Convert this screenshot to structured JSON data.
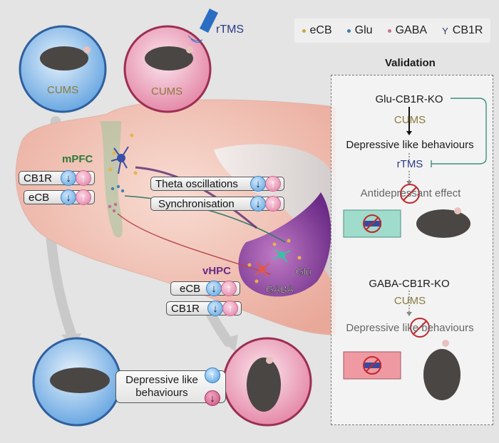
{
  "legend": {
    "items": [
      {
        "label": "eCB",
        "symbol": "dot",
        "color": "#c9a640"
      },
      {
        "label": "Glu",
        "symbol": "dot",
        "color": "#3f7fb5"
      },
      {
        "label": "GABA",
        "symbol": "dot",
        "color": "#d06a98"
      },
      {
        "label": "CB1R",
        "symbol": "Y"
      }
    ]
  },
  "top_mice": {
    "control": {
      "label": "CUMS",
      "theme_color": "#5aa0df"
    },
    "treated": {
      "label": "CUMS",
      "theme_color": "#e58aa9",
      "stimulus": "rTMS"
    }
  },
  "brain": {
    "mpfc": {
      "label": "mPFC",
      "markers": [
        {
          "label": "CB1R",
          "down": "↓",
          "up": "↑"
        },
        {
          "label": "eCB",
          "down": "↓",
          "up": "↑"
        }
      ]
    },
    "connectivity": {
      "markers": [
        {
          "label": "Theta oscillations",
          "down": "↓",
          "up": "↑"
        },
        {
          "label": "Synchronisation",
          "down": "↓",
          "up": "↑"
        }
      ]
    },
    "vhpc": {
      "label": "vHPC",
      "neuron_labels": {
        "glu": "Glu",
        "gaba": "GABA"
      },
      "markers": [
        {
          "label": "eCB",
          "down": "↓",
          "up": "↑"
        },
        {
          "label": "CB1R",
          "down": "↓",
          "up": "↑"
        }
      ]
    }
  },
  "outcome": {
    "label_line1": "Depressive like",
    "label_line2": "behaviours",
    "up": "↑",
    "down": "↓"
  },
  "validation": {
    "title": "Validation",
    "glu": {
      "model": "Glu-CB1R-KO",
      "stressor": "CUMS",
      "result": "Depressive like behaviours",
      "treatment": "rTMS",
      "blocked_effect": "Antidepressant effect"
    },
    "gaba": {
      "model": "GABA-CB1R-KO",
      "stressor": "CUMS",
      "blocked_result": "Depressive like behaviours"
    }
  }
}
